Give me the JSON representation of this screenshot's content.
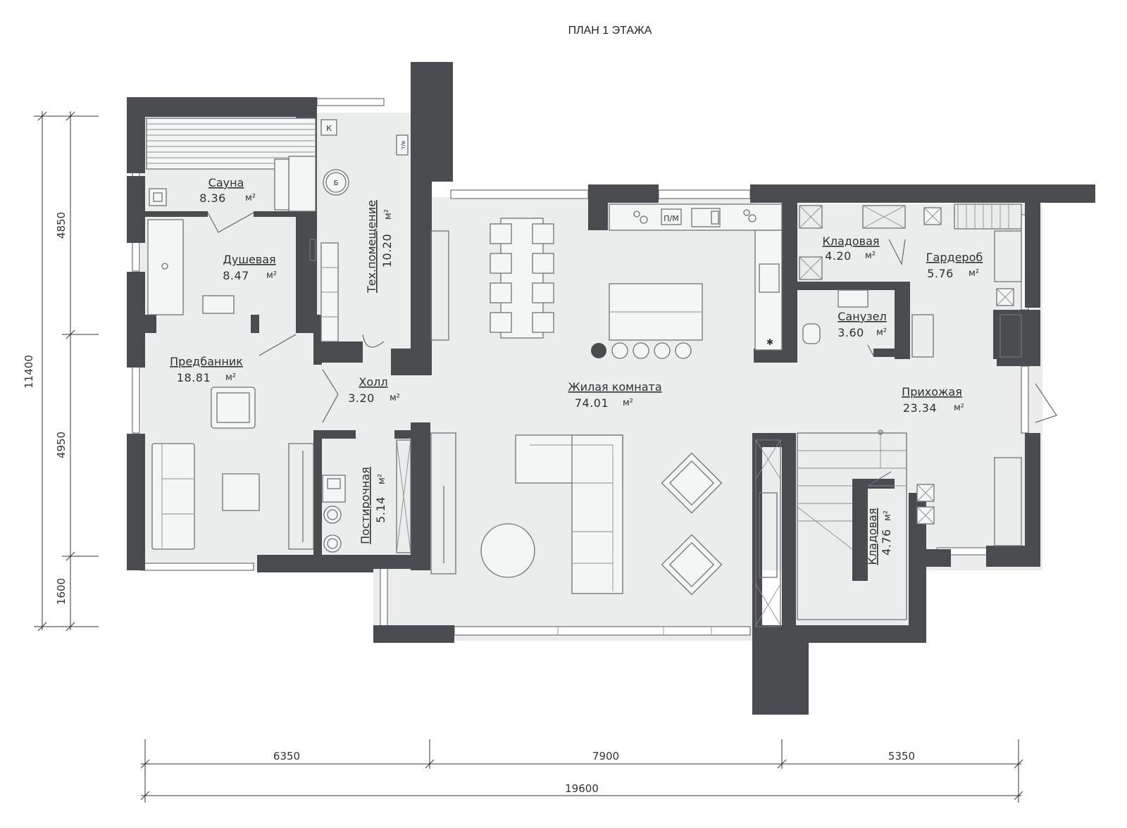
{
  "plan": {
    "title": "ПЛАН 1 ЭТАЖА",
    "rooms": [
      {
        "name": "Сауна",
        "area": "8.36",
        "unit": "м²"
      },
      {
        "name": "Душевая",
        "area": "8.47",
        "unit": "м²"
      },
      {
        "name": "Тех.помещение",
        "area": "10.20",
        "unit": "м²"
      },
      {
        "name": "Предбанник",
        "area": "18.81",
        "unit": "м²"
      },
      {
        "name": "Холл",
        "area": "3.20",
        "unit": "м²"
      },
      {
        "name": "Постирочная",
        "area": "5.14",
        "unit": "м²"
      },
      {
        "name": "Жилая комната",
        "area": "74.01",
        "unit": "м²"
      },
      {
        "name": "Кладовая",
        "area": "4.20",
        "unit": "м²"
      },
      {
        "name": "Гардероб",
        "area": "5.76",
        "unit": "м²"
      },
      {
        "name": "Санузел",
        "area": "3.60",
        "unit": "м²"
      },
      {
        "name": "Прихожая",
        "area": "23.34",
        "unit": "м²"
      },
      {
        "name": "Кладовая",
        "area": "4.76",
        "unit": "м²"
      }
    ],
    "dimensions": {
      "left_total": "11400",
      "left_segments": [
        "4850",
        "4950",
        "1600"
      ],
      "bottom_segments": [
        "6350",
        "7900",
        "5350"
      ],
      "bottom_total": "19600"
    },
    "fixture_labels": {
      "k": "К",
      "b": "Б",
      "me": "т/е",
      "pm": "П/М"
    },
    "colors": {
      "wall": "#4a4b4e",
      "floor": "#ebecec",
      "line": "#6f7276"
    }
  }
}
